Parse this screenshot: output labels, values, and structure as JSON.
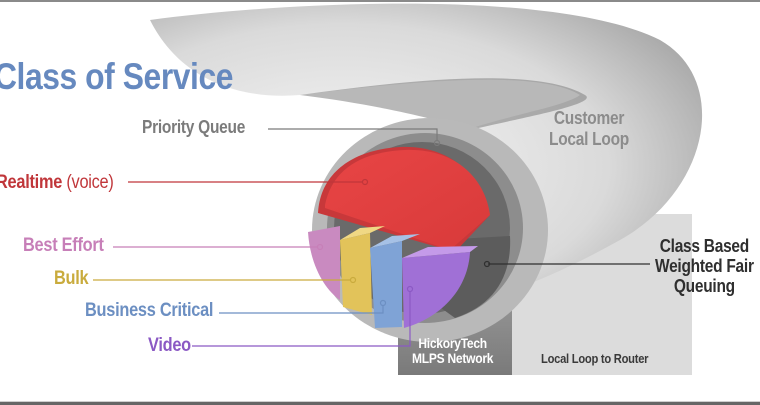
{
  "title": "Class of Service",
  "labels": {
    "priority_queue": "Priority Queue",
    "realtime": "Realtime",
    "realtime_suffix": "(voice)",
    "best_effort": "Best Effort",
    "bulk": "Bulk",
    "business_critical": "Business Critical",
    "video": "Video",
    "customer_line1": "Customer",
    "customer_line2": "Local Loop",
    "cbwfq_line1": "Class Based",
    "cbwfq_line2": "Weighted Fair",
    "cbwfq_line3": "Queuing",
    "network_line1": "HickoryTech",
    "network_line2": "MLPS Network",
    "local_loop_router": "Local Loop to Router"
  },
  "colors": {
    "title": "#6689bf",
    "realtime": "#e84545",
    "best_effort": "#c98ac0",
    "bulk": "#e2c35a",
    "business_critical": "#7fa3d6",
    "video": "#a070d6",
    "priority_queue_line": "#7b7b7b",
    "cbwfq_line": "#2f2f2f"
  }
}
